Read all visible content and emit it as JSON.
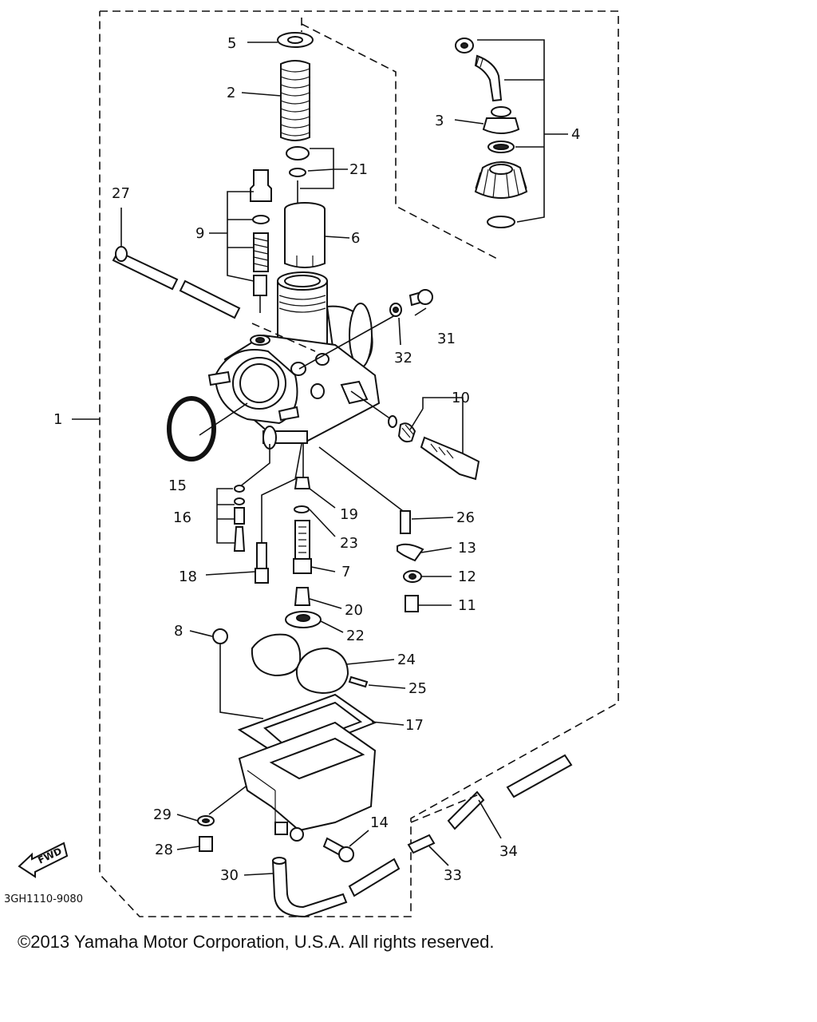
{
  "diagram": {
    "drawing_code": "3GH1110-9080",
    "fwd_label": "FWD",
    "copyright": "©2013 Yamaha Motor Corporation, U.S.A. All rights reserved.",
    "callouts": [
      "1",
      "2",
      "3",
      "4",
      "5",
      "6",
      "7",
      "8",
      "9",
      "10",
      "11",
      "12",
      "13",
      "14",
      "15",
      "16",
      "17",
      "18",
      "19",
      "20",
      "21",
      "22",
      "23",
      "24",
      "25",
      "26",
      "27",
      "28",
      "29",
      "30",
      "31",
      "32",
      "33",
      "34"
    ]
  }
}
